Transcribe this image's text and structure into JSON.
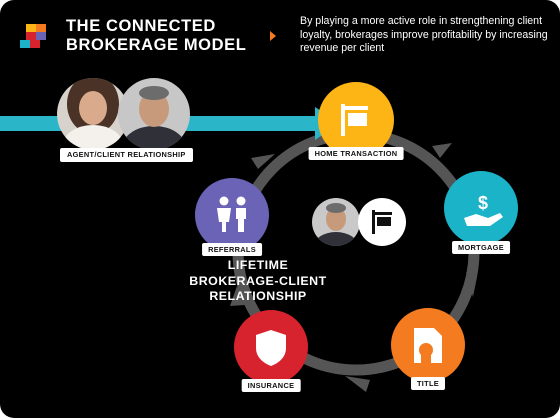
{
  "header": {
    "title_line1": "THE CONNECTED",
    "title_line2": "BROKERAGE MODEL",
    "tagline": "By playing a more active role in strengthening client loyalty, brokerages improve profitability by increasing revenue per client"
  },
  "relationship_label": "AGENT/CLIENT RELATIONSHIP",
  "center": {
    "line1": "LIFETIME",
    "line2": "BROKERAGE-CLIENT",
    "line3": "RELATIONSHIP"
  },
  "cycle_nodes": [
    {
      "label": "HOME TRANSACTION",
      "icon": "real-estate-sign-icon",
      "color": "#fdb515"
    },
    {
      "label": "MORTGAGE",
      "icon": "hand-dollar-icon",
      "color": "#1bb3c8"
    },
    {
      "label": "TITLE",
      "icon": "certificate-document-icon",
      "color": "#f47b20"
    },
    {
      "label": "INSURANCE",
      "icon": "shield-icon",
      "color": "#d7232d"
    },
    {
      "label": "REFERRALS",
      "icon": "people-icon",
      "color": "#6b63b5"
    }
  ],
  "colors": {
    "background": "#000000",
    "ring": "#555555",
    "flow_arrow": "#2bb5c9",
    "accent_chevron": "#f47b20"
  }
}
